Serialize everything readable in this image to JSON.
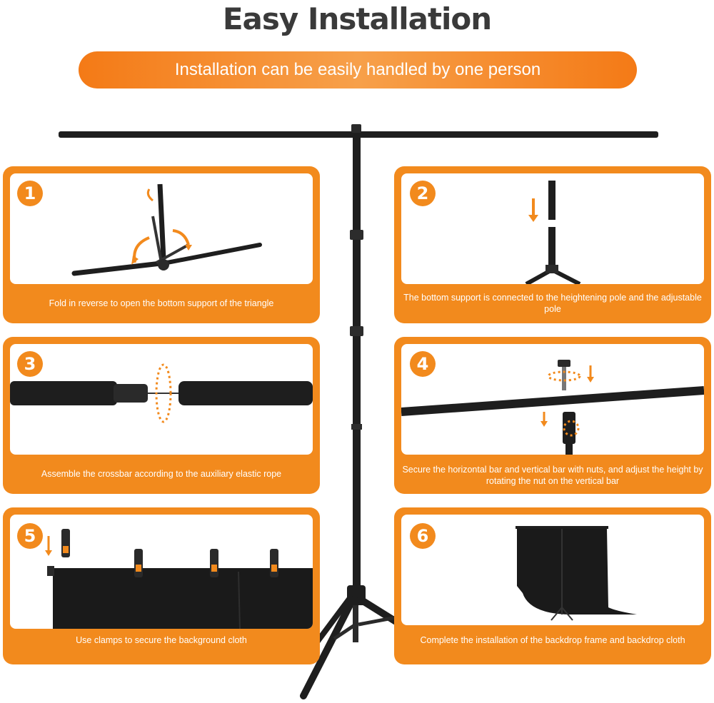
{
  "header": {
    "title": "Easy Installation",
    "subtitle": "Installation can be easily handled by one person"
  },
  "colors": {
    "accent": "#f28a1d",
    "title": "#3a3a3a",
    "pole": "#1e1e1e"
  },
  "steps": [
    {
      "number": "1",
      "caption": "Fold in reverse to open the bottom support of the triangle"
    },
    {
      "number": "2",
      "caption": "The bottom support is connected to the heightening pole and the adjustable pole"
    },
    {
      "number": "3",
      "caption": "Assemble the crossbar according to the auxiliary elastic rope"
    },
    {
      "number": "4",
      "caption": "Secure the horizontal bar and vertical bar with nuts, and adjust the height by rotating the nut on the vertical bar"
    },
    {
      "number": "5",
      "caption": "Use clamps to secure the background cloth"
    },
    {
      "number": "6",
      "caption": "Complete the installation of the backdrop frame and backdrop cloth"
    }
  ]
}
